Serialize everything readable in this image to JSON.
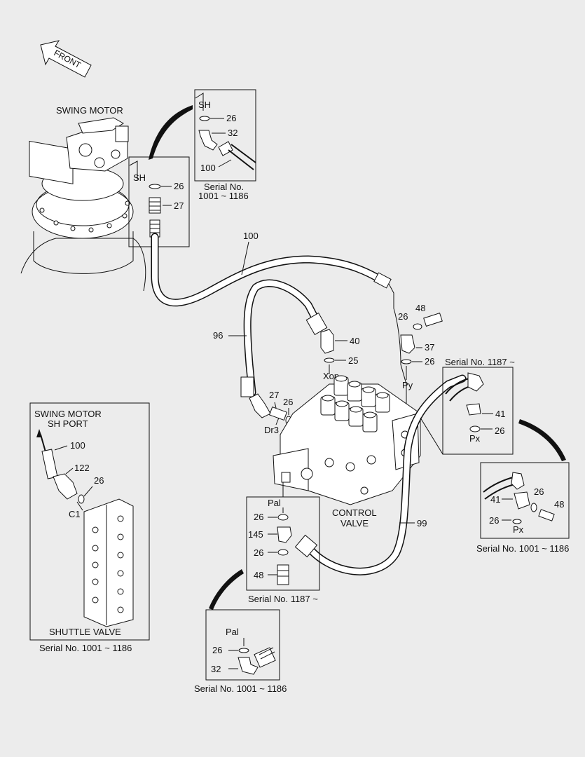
{
  "arrow": {
    "text": "FRONT"
  },
  "swing_motor": {
    "title": "SWING MOTOR"
  },
  "control_valve": {
    "line1": "CONTROL",
    "line2": "VALVE"
  },
  "box_sh_top": {
    "port": "SH",
    "o_ring": "26",
    "elbow": "32",
    "hose": "100",
    "serial_line1": "Serial No.",
    "serial_line2": "1001 ~ 1186"
  },
  "box_sh_motor": {
    "port": "SH",
    "o_ring": "26",
    "connector": "27"
  },
  "callouts": {
    "hose_100": "100",
    "hose_96": "96",
    "hose_99": "99",
    "p48": "48",
    "p26_py_top": "26",
    "p37": "37",
    "p26_py": "26",
    "port_py": "Py",
    "p40": "40",
    "p25": "25",
    "port_xop": "Xop",
    "p27": "27",
    "p26_dr3": "26",
    "port_dr3": "Dr3"
  },
  "box_px_new": {
    "serial": "Serial No. 1187 ~",
    "part41": "41",
    "o_ring": "26",
    "port": "Px"
  },
  "box_px_old": {
    "part41": "41",
    "o_ring_a": "26",
    "part48": "48",
    "o_ring_b": "26",
    "port": "Px",
    "serial": "Serial No. 1001 ~ 1186"
  },
  "box_shuttle": {
    "title_line1": "SWING MOTOR",
    "title_line2": "SH  PORT",
    "hose": "100",
    "elbow": "122",
    "o_ring": "26",
    "port": "C1",
    "valve": "SHUTTLE VALVE",
    "serial": "Serial No. 1001 ~ 1186"
  },
  "box_pal_new": {
    "port": "Pal",
    "o_ring_a": "26",
    "tee": "145",
    "o_ring_b": "26",
    "sensor": "48",
    "serial": "Serial No. 1187 ~"
  },
  "box_pal_old": {
    "port": "Pal",
    "o_ring": "26",
    "elbow": "32",
    "serial": "Serial No. 1001 ~ 1186"
  }
}
